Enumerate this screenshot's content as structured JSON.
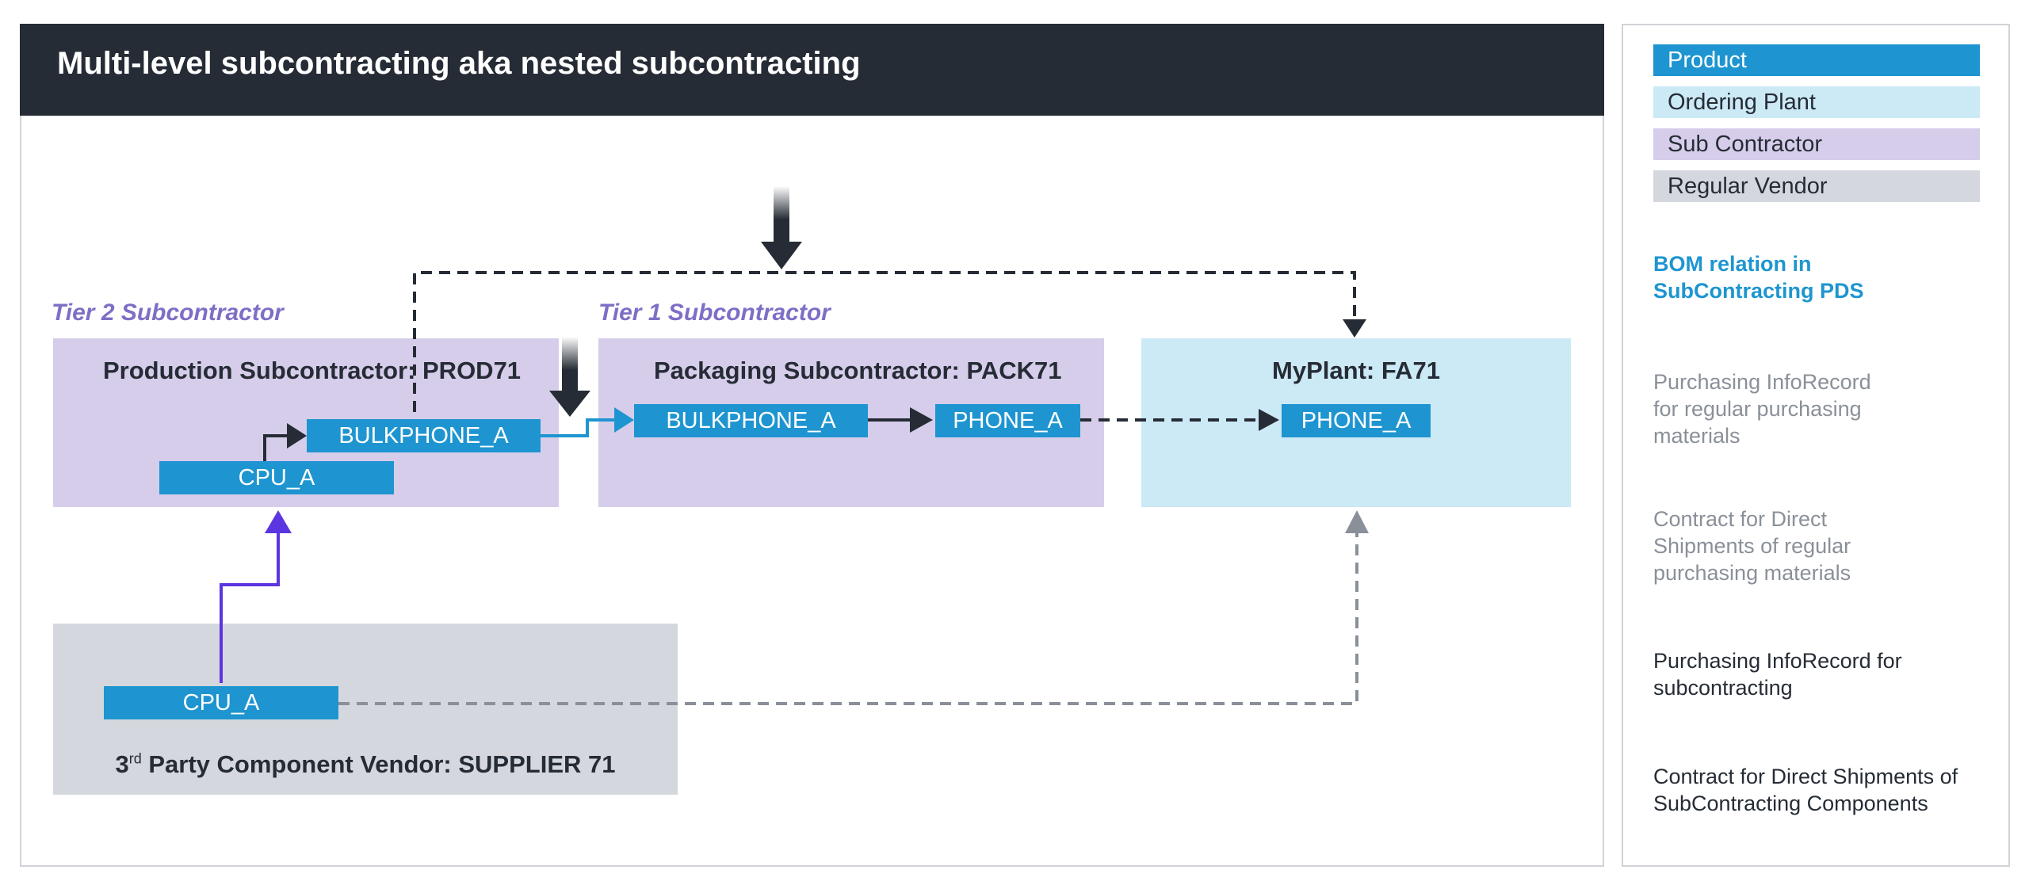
{
  "title": "Multi-level subcontracting aka nested subcontracting",
  "tiers": {
    "tier2": "Tier 2 Subcontractor",
    "tier1": "Tier 1 Subcontractor"
  },
  "regions": {
    "production": "Production Subcontractor: PROD71",
    "packaging": "Packaging Subcontractor: PACK71",
    "myplant": "MyPlant: FA71",
    "vendor_prefix": "3",
    "vendor_sup": "rd",
    "vendor_rest": " Party Component Vendor: SUPPLIER 71"
  },
  "products": {
    "prod_bulkphone": "BULKPHONE_A",
    "prod_cpu": "CPU_A",
    "pack_bulkphone": "BULKPHONE_A",
    "pack_phone": "PHONE_A",
    "plant_phone": "PHONE_A",
    "vendor_cpu": "CPU_A"
  },
  "legend": {
    "product": "Product",
    "ordering_plant": "Ordering Plant",
    "sub_contractor": "Sub Contractor",
    "regular_vendor": "Regular Vendor",
    "bom_relation": "BOM relation in SubContracting PDS",
    "pir_regular": "Purchasing InfoRecord for regular purchasing materials",
    "contract_regular": "Contract for Direct Shipments of regular purchasing materials",
    "pir_subcontracting": "Purchasing InfoRecord for subcontracting",
    "contract_subcontracting": "Contract for Direct Shipments of SubContracting Components"
  },
  "colors": {
    "title_bg": "#262c35",
    "product": "#1e95d0",
    "ordering_plant": "#cce9f6",
    "sub_contractor": "#d6cdeb",
    "regular_vendor": "#d4d8de",
    "tier_text": "#7f6ec6",
    "bom": "#262c35",
    "pir_regular": "#8a9099",
    "contract_regular": "#5b36e0",
    "contract_subcontracting": "#1e95d0",
    "bom_legend_text": "#1e95d0",
    "grey_legend_text": "#8a9099"
  },
  "icons": {
    "transfer_arrow": "thick-down-arrow-icon"
  }
}
